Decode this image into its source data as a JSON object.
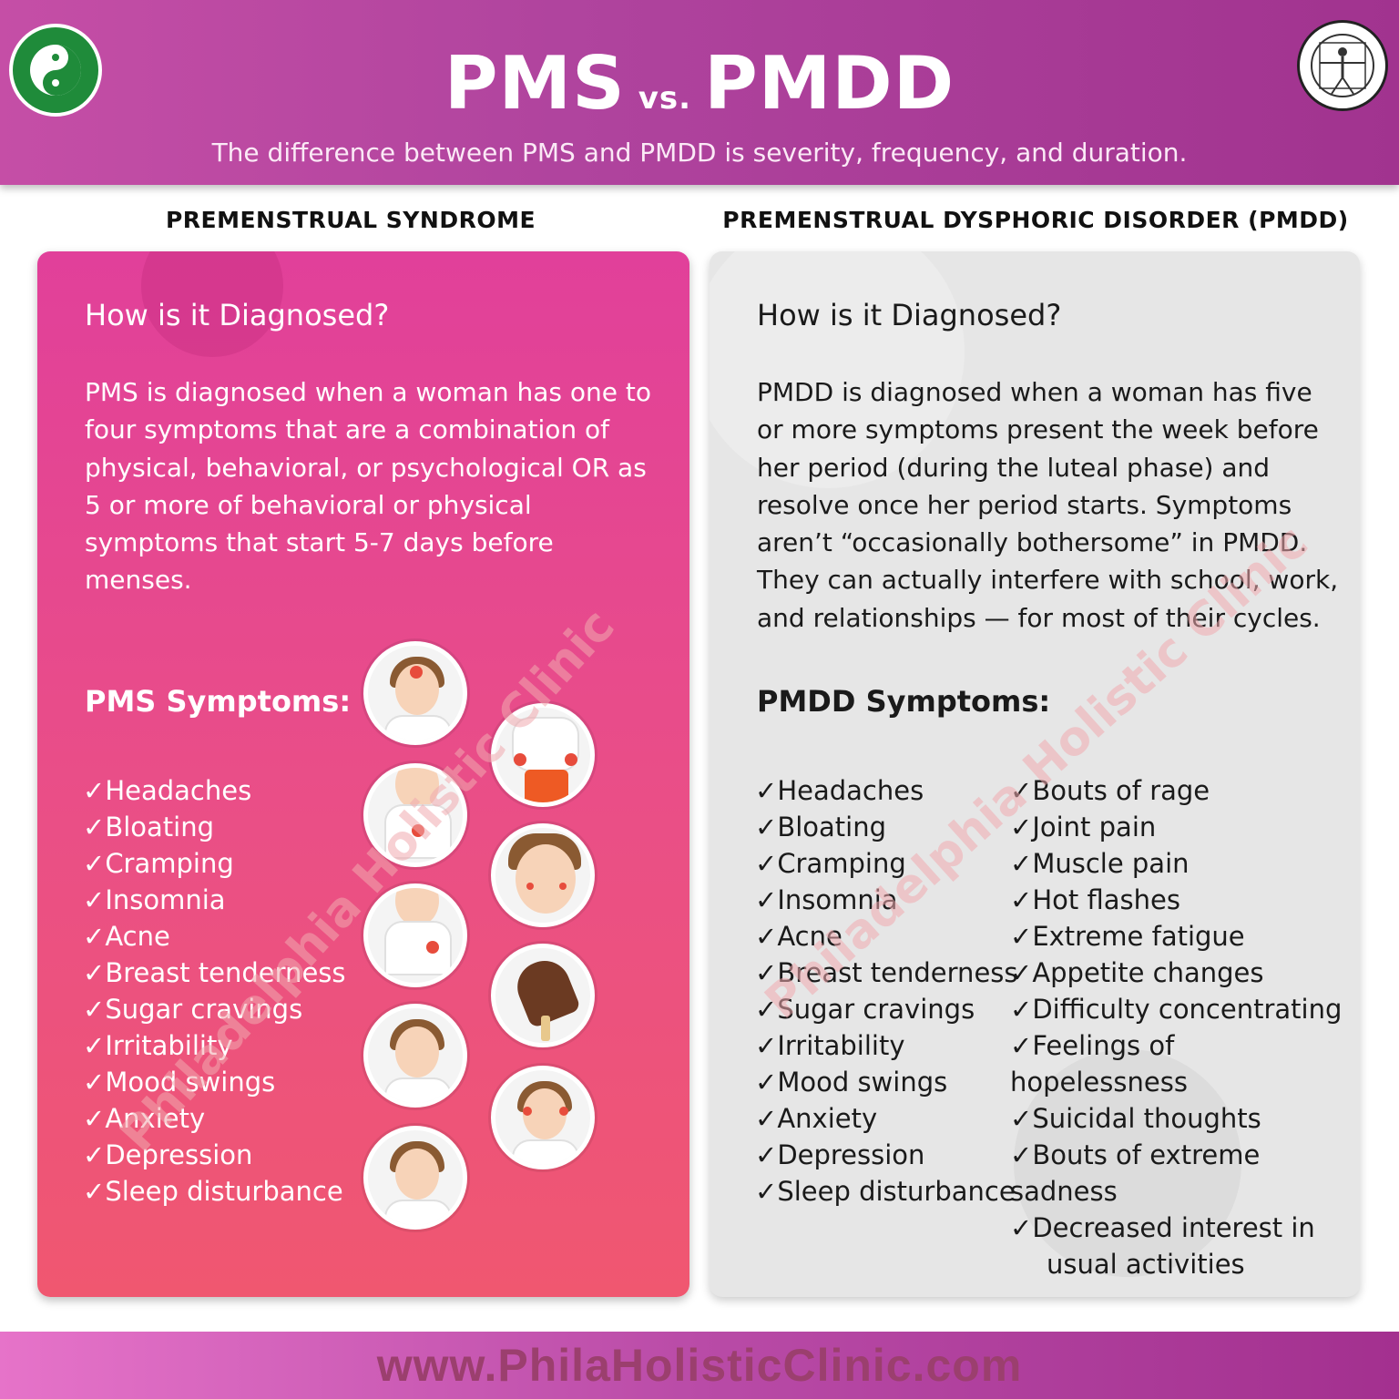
{
  "header": {
    "title_left": "PMS",
    "title_vs": "vs.",
    "title_right": "PMDD",
    "subtitle": "The difference between PMS and PMDD is severity, frequency, and duration."
  },
  "logos": {
    "left": "Philadelphia Holistic Clinic yin-yang seal",
    "right": "Vitruvian man seal"
  },
  "pms": {
    "heading": "PREMENSTRUAL SYNDROME",
    "diagnosed_title": "How is it Diagnosed?",
    "diagnosed_text": "PMS is diagnosed when a woman has one to four symptoms that are a combination of physical, behavioral, or psychological OR as 5 or more of behavioral or physical symptoms that start 5-7 days before menses.",
    "symptoms_title": "PMS Symptoms:",
    "symptoms": [
      "Headaches",
      "Bloating",
      "Cramping",
      "Insomnia",
      "Acne",
      "Breast tenderness",
      "Sugar cravings",
      "Irritability",
      "Mood swings",
      "Anxiety",
      "Depression",
      "Sleep disturbance"
    ],
    "accent_color": "#e1409a"
  },
  "pmdd": {
    "heading": "PREMENSTRUAL DYSPHORIC DISORDER (PMDD)",
    "diagnosed_title": "How is it Diagnosed?",
    "diagnosed_text": "PMDD is diagnosed when a woman has five or more symptoms present the week before her period (during the luteal phase) and resolve once her period starts. Symptoms aren’t “occasionally bothersome” in PMDD. They can actually interfere with school, work, and relationships — for most of their cycles.",
    "symptoms_title": "PMDD Symptoms:",
    "symptoms_col1": [
      "Headaches",
      "Bloating",
      "Cramping",
      "Insomnia",
      "Acne",
      "Breast tenderness",
      "Sugar cravings",
      "Irritability",
      "Mood swings",
      "Anxiety",
      "Depression",
      "Sleep disturbance"
    ],
    "symptoms_col2": [
      "Bouts of rage",
      "Joint pain",
      "Muscle pain",
      "Hot flashes",
      "Extreme fatigue",
      "Appetite changes",
      "Difficulty concentrating",
      "Feelings of hopelessness",
      "Suicidal thoughts",
      "Bouts of extreme sadness",
      "Decreased interest in"
    ],
    "symptoms_col2_continuation": "usual activities",
    "accent_color": "#e6e6e6"
  },
  "watermark": "Philadelphia Holistic Clinic",
  "footer": {
    "url": "www.PhilaHolisticClinic.com"
  }
}
